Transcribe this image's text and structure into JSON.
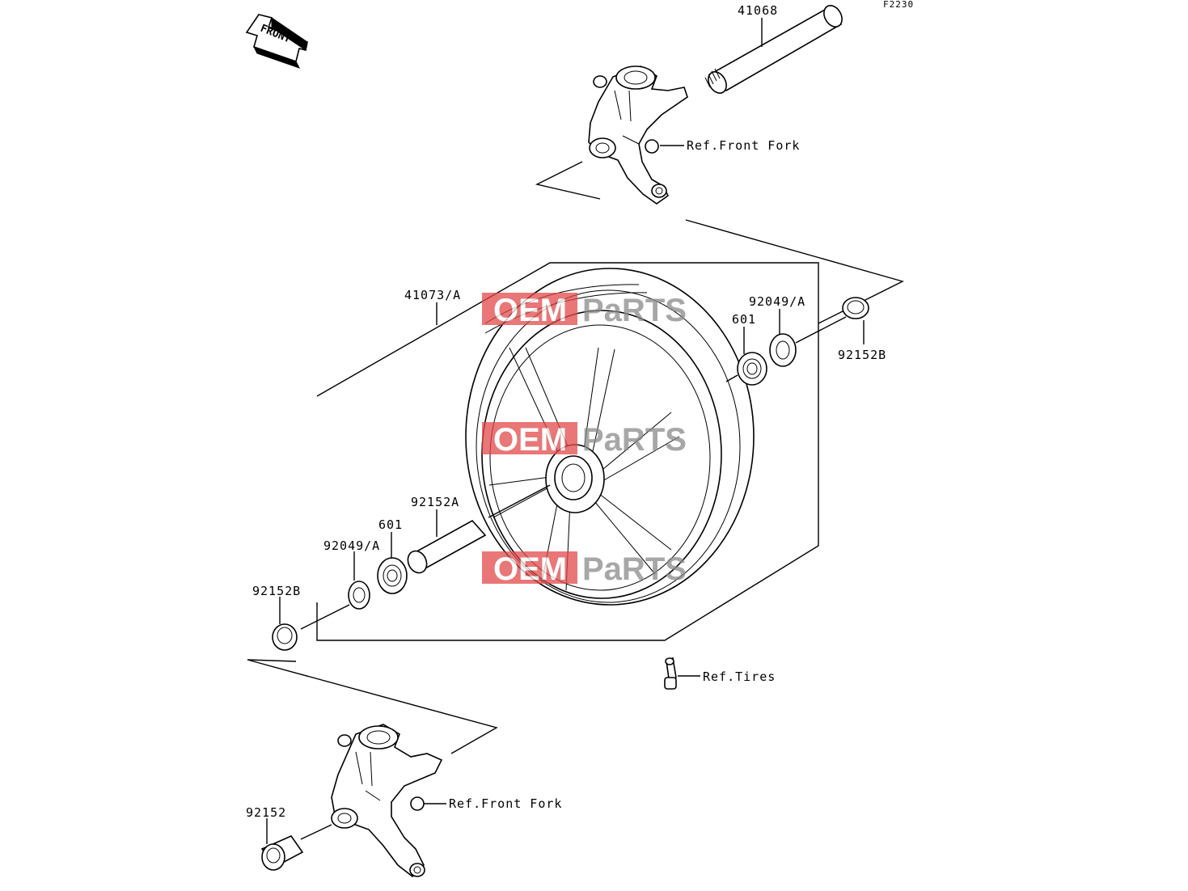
{
  "diagram_code": "F2230",
  "front_arrow": {
    "label": "FRONT",
    "icon": "front-arrow-icon"
  },
  "callouts": {
    "axle": "41068",
    "ref_front_fork_top": "Ref.Front Fork",
    "wheel": "41073/A",
    "seal_right": "92049/A",
    "bearing_right": "601",
    "collar_right": "92152B",
    "spacer": "92152A",
    "bearing_left": "601",
    "seal_left": "92049/A",
    "collar_left": "92152B",
    "ref_tires": "Ref.Tires",
    "ref_front_fork_bottom": "Ref.Front Fork",
    "axle_collar": "92152"
  },
  "watermark": {
    "text_a": "OEM",
    "text_b": "PaRTS",
    "color_red": "#e24a4a",
    "color_gray": "#8a8a8a"
  }
}
